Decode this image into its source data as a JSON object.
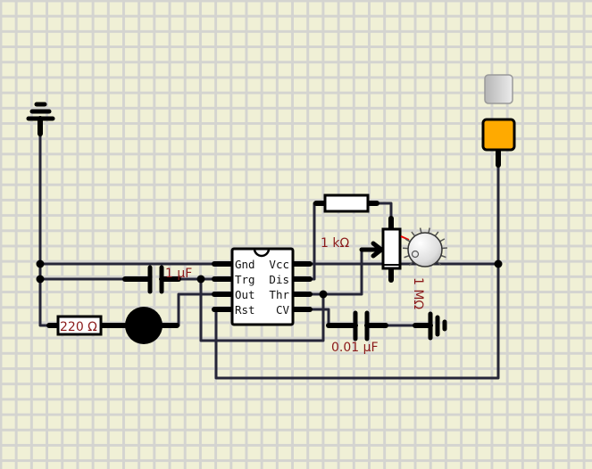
{
  "title": "555 timer circuit schematic",
  "ic": {
    "pins_left": [
      "Gnd",
      "Trg",
      "Out",
      "Rst"
    ],
    "pins_right": [
      "Vcc",
      "Dis",
      "Thr",
      "CV"
    ]
  },
  "components": {
    "resistor_led": {
      "label": "220 Ω"
    },
    "capacitor_trigger": {
      "label": "1 µF"
    },
    "resistor_discharge": {
      "label": "1 kΩ"
    },
    "potentiometer": {
      "label": "1 MΩ"
    },
    "capacitor_cv": {
      "label": "0.01 µF"
    }
  },
  "colors": {
    "grid_bg": "#f0f0d6",
    "grid_line": "#d4d4d0",
    "wire": "#262638",
    "label": "#8b1a1a",
    "switch_on": "#ffaa00",
    "switch_off": "#d8d8d8"
  },
  "icons": [
    "ground-icon",
    "led-icon",
    "potentiometer-knob-icon",
    "push-button-icon",
    "toggle-switch-icon"
  ]
}
